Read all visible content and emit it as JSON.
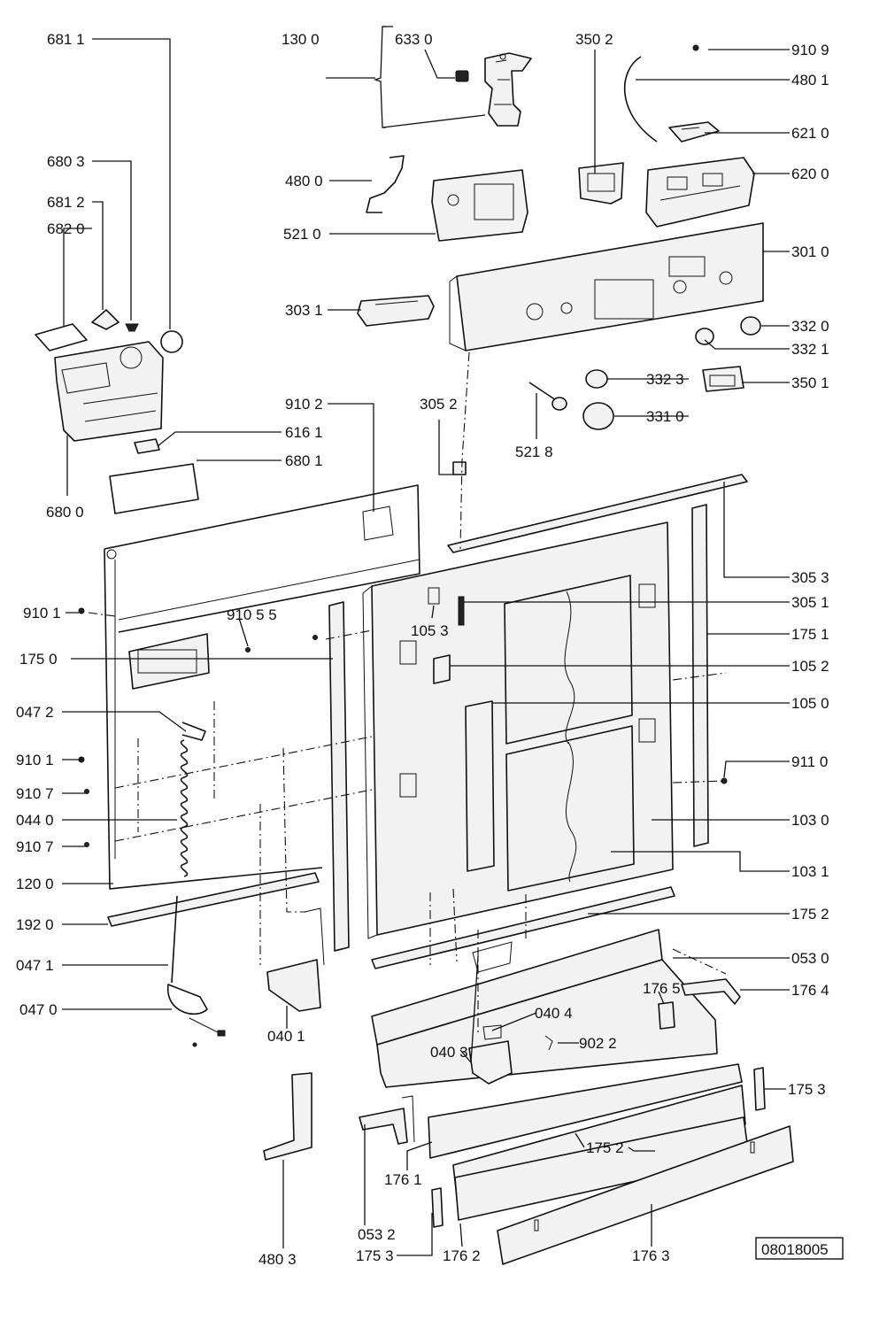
{
  "diagram": {
    "reference_code": "08018005",
    "callouts": {
      "c6811": "681 1",
      "c1300": "130 0",
      "c6330": "633 0",
      "c3502": "350 2",
      "c9109": "910 9",
      "c4801": "480 1",
      "c6210": "621 0",
      "c6803": "680 3",
      "c6200": "620 0",
      "c4800": "480 0",
      "c6812": "681 2",
      "c6820": "682 0",
      "c5210": "521 0",
      "c3010": "301 0",
      "c3031": "303 1",
      "c3320": "332 0",
      "c3321": "332 1",
      "c3323": "332 3",
      "c3501": "350 1",
      "c9102": "910 2",
      "c3052": "305 2",
      "c3310": "331 0",
      "c6161": "616 1",
      "c5218": "521 8",
      "c6801": "680 1",
      "c6800": "680 0",
      "c3053": "305 3",
      "c9101a": "910 1",
      "c91055": "910 5 5",
      "c3051": "305 1",
      "c1053": "105 3",
      "c1751a": "175 1",
      "c1750": "175 0",
      "c1052": "105 2",
      "c0472": "047 2",
      "c1050": "105 0",
      "c9101b": "910 1",
      "c9110": "911 0",
      "c9107a": "910 7",
      "c0440": "044 0",
      "c1030": "103 0",
      "c9107b": "910 7",
      "c1200": "120 0",
      "c1031": "103 1",
      "c1752a": "175 2",
      "c1920": "192 0",
      "c0530": "053 0",
      "c0471": "047 1",
      "c1765": "176 5",
      "c1764": "176 4",
      "c0470": "047 0",
      "c0404": "040 4",
      "c0401": "040 1",
      "c0403": "040 3",
      "c9022": "902 2",
      "c1753a": "175 3",
      "c1752b": "175 2",
      "c1761": "176 1",
      "c0532": "053 2",
      "c4803": "480 3",
      "c1753b": "175 3",
      "c1762": "176 2",
      "c1763": "176 3"
    }
  }
}
